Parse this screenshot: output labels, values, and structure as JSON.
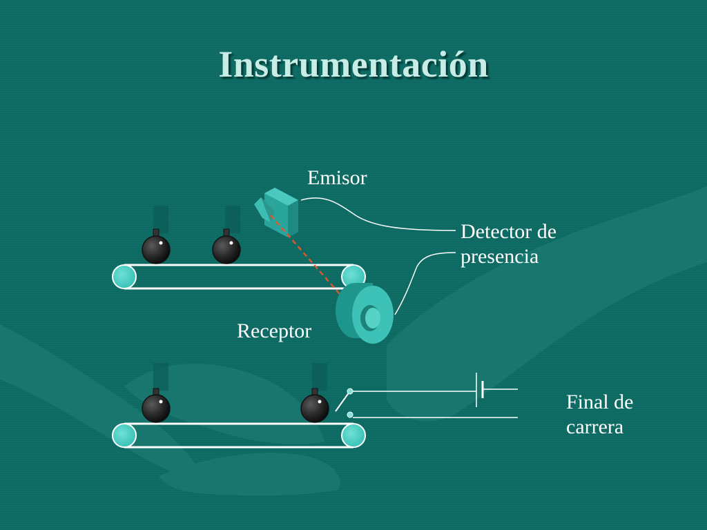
{
  "slide": {
    "title": "Instrumentación"
  },
  "labels": {
    "emitter": "Emisor",
    "presence_detector_line1": "Detector de",
    "presence_detector_line2": "presencia",
    "receiver": "Receptor",
    "limit_switch_line1": "Final de",
    "limit_switch_line2": "carrera"
  },
  "colors": {
    "background": "#0f6d66",
    "title_text": "#c8ece6",
    "roller": "#3fc9bf",
    "sensor": "#2fb3a8",
    "beam": "#e0562a",
    "ball": "#222222"
  },
  "icons": {
    "conveyor": "conveyor-belt",
    "emitter": "photoelectric-emitter",
    "receiver": "photoelectric-receiver",
    "switch": "limit-switch"
  }
}
